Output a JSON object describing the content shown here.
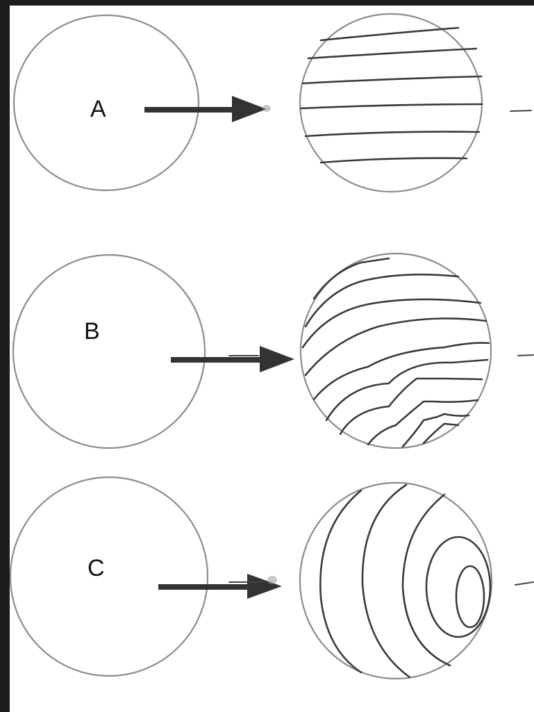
{
  "labels": {
    "a": "A",
    "b": "B",
    "c": "C"
  },
  "colors": {
    "frame": "#1c1c1c",
    "paper": "#ffffff",
    "pencil": "#8c8c8c",
    "ink": "#3a3a3a",
    "arrow": "#333333"
  }
}
